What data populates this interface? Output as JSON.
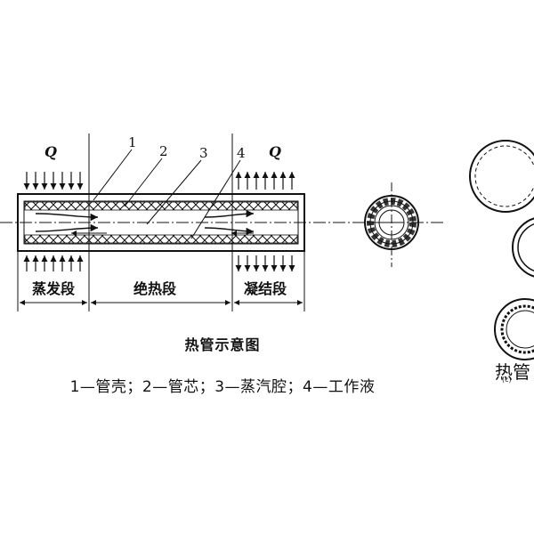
{
  "diagram": {
    "heat_in_label": "Q",
    "heat_out_label": "Q",
    "part_numbers": [
      "1",
      "2",
      "3",
      "4"
    ],
    "segments": {
      "evaporator": "蒸发段",
      "adiabatic": "绝热段",
      "condenser": "凝结段"
    },
    "title": "热管示意图",
    "legend": "1—管壳；2—管芯；3—蒸汽腔；4—工作液",
    "side_panel": {
      "caption": "热管",
      "sub_label": "(c)"
    }
  }
}
